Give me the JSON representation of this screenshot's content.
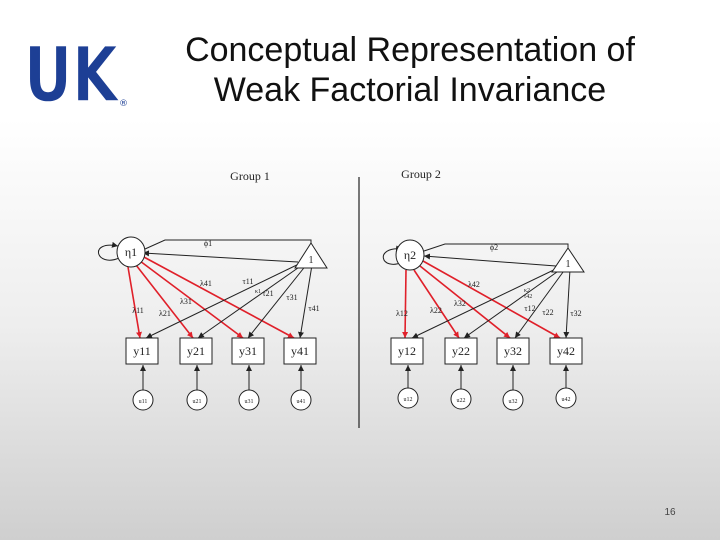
{
  "title": {
    "line1": "Conceptual Representation of",
    "line2": "Weak Factorial Invariance"
  },
  "logo": {
    "text": "UK",
    "registered_mark": "®",
    "color": "#1d3f95"
  },
  "slide_number": "16",
  "colors": {
    "loading_constrained": "#e0202a",
    "path_default": "#222222",
    "node_fill": "#ffffff"
  },
  "diagram": {
    "group1_label": "Group 1",
    "group2_label": "Group 2",
    "group1": {
      "factor": "η1",
      "phi": "ϕ1",
      "constant": "1",
      "loadings": [
        "λ11",
        "λ21",
        "λ31",
        "λ41"
      ],
      "intercepts": [
        "τ11",
        "τ21",
        "τ31",
        "τ41"
      ],
      "kappa": "κ1",
      "indicators": [
        "y11",
        "y21",
        "y31",
        "y41"
      ],
      "residuals": [
        "u11",
        "u21",
        "u31",
        "u41"
      ]
    },
    "group2": {
      "factor": "η2",
      "phi": "ϕ2",
      "constant": "1",
      "loadings": [
        "λ12",
        "λ22",
        "λ32",
        "λ42"
      ],
      "intercepts": [
        "τ12",
        "τ22",
        "τ32",
        "τ42"
      ],
      "kappa": "κ2",
      "indicators": [
        "y12",
        "y22",
        "y32",
        "y42"
      ],
      "residuals": [
        "u12",
        "u22",
        "u32",
        "u42"
      ]
    }
  }
}
